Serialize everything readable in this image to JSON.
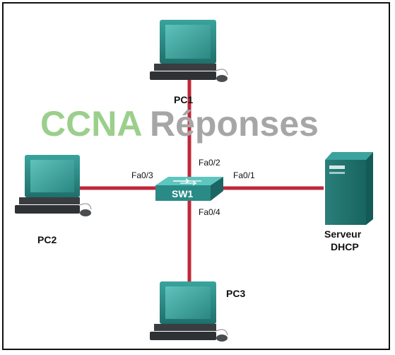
{
  "watermark": {
    "part1": "CCNA",
    "part2": "Réponses",
    "color1": "#9bcf8c",
    "color2": "#a6a6a6"
  },
  "colors": {
    "link": "#c0283a",
    "device_teal": "#2f8f8a",
    "device_gray": "#6e7274"
  },
  "devices": {
    "pc1": {
      "label": "PC1",
      "icon": "desktop-pc-icon"
    },
    "pc2": {
      "label": "PC2",
      "icon": "desktop-pc-icon"
    },
    "pc3": {
      "label": "PC3",
      "icon": "desktop-pc-icon"
    },
    "switch": {
      "label": "SW1",
      "icon": "switch-icon"
    },
    "server": {
      "label_line1": "Serveur",
      "label_line2": "DHCP",
      "icon": "server-icon"
    }
  },
  "ports": {
    "to_server": "Fa0/1",
    "to_pc1": "Fa0/2",
    "to_pc2": "Fa0/3",
    "to_pc3": "Fa0/4"
  }
}
